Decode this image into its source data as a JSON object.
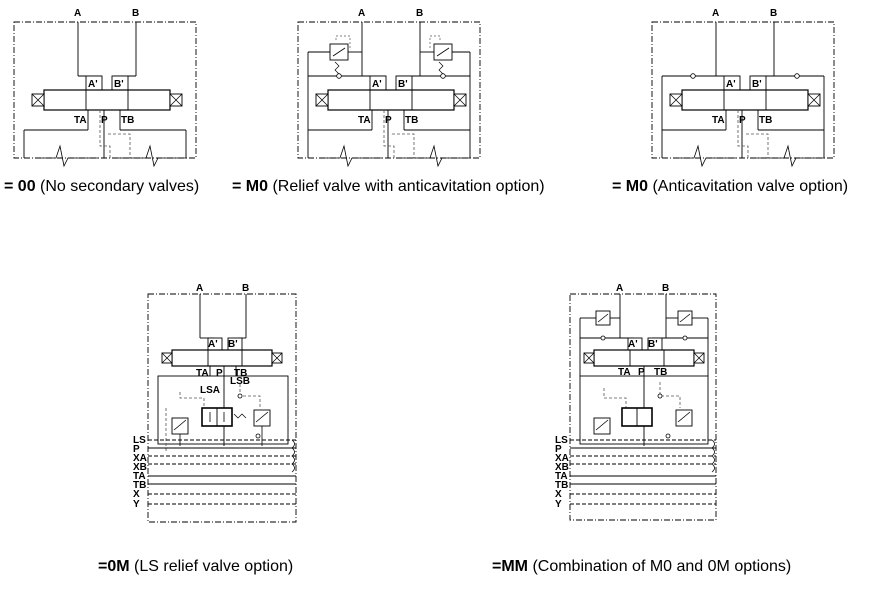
{
  "captions": {
    "c00": {
      "code": "= 00",
      "desc": " (No secondary valves)"
    },
    "cM0a": {
      "code": "= M0",
      "desc": " (Relief valve with anticavitation option)"
    },
    "cM0b": {
      "code": "= M0",
      "desc": " (Anticavitation valve option)"
    },
    "c0M": {
      "code": "=0M",
      "desc": " (LS relief valve option)"
    },
    "cMM": {
      "code": "=MM",
      "desc": " (Combination of M0 and 0M options)"
    }
  },
  "ports": {
    "A": "A",
    "B": "B",
    "Ap": "A'",
    "Bp": "B'",
    "TA": "TA",
    "TB": "TB",
    "P": "P",
    "LSA": "LSA",
    "LSB": "LSB",
    "LS": "LS",
    "XA": "XA",
    "XB": "XB",
    "X": "X",
    "Y": "Y"
  }
}
